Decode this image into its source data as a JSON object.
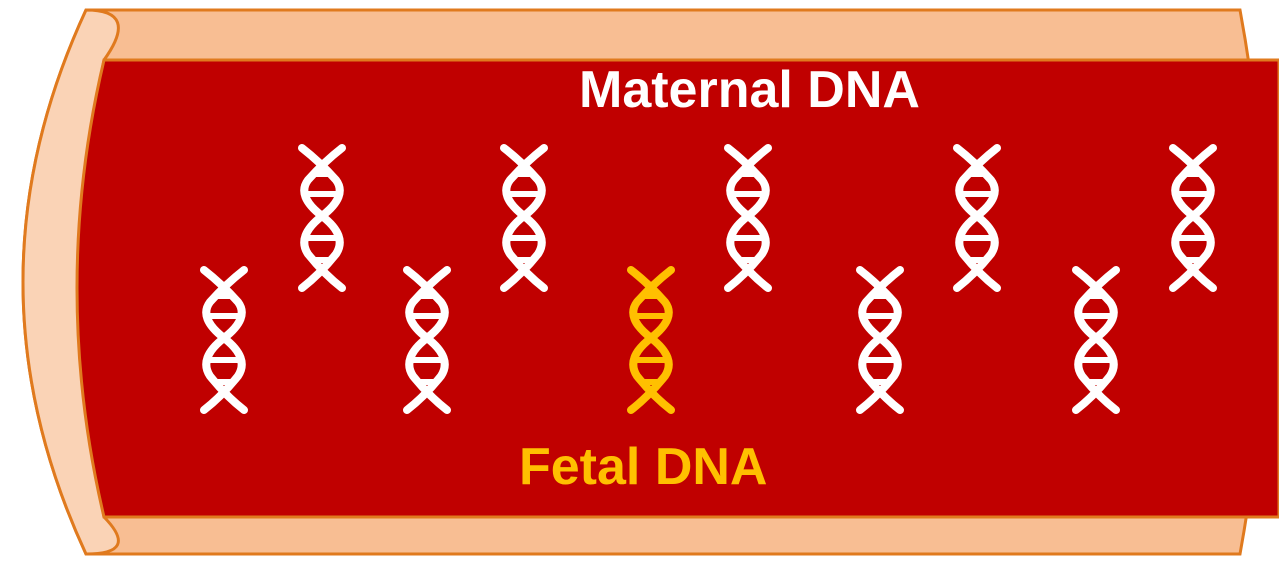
{
  "labels": {
    "maternal": "Maternal DNA",
    "fetal": "Fetal DNA"
  },
  "colors": {
    "vessel_outer": "#F8BE93",
    "vessel_inner_wall": "#FAD3B6",
    "vessel_outline": "#E07A1E",
    "blood": "#C00000",
    "maternal_dna": "#FFFFFF",
    "fetal_dna": "#FFC000"
  },
  "dna_strands": [
    {
      "type": "maternal",
      "icon": "dna-helix-icon"
    },
    {
      "type": "maternal",
      "icon": "dna-helix-icon"
    },
    {
      "type": "maternal",
      "icon": "dna-helix-icon"
    },
    {
      "type": "maternal",
      "icon": "dna-helix-icon"
    },
    {
      "type": "fetal",
      "icon": "dna-helix-icon"
    },
    {
      "type": "maternal",
      "icon": "dna-helix-icon"
    },
    {
      "type": "maternal",
      "icon": "dna-helix-icon"
    },
    {
      "type": "maternal",
      "icon": "dna-helix-icon"
    },
    {
      "type": "maternal",
      "icon": "dna-helix-icon"
    },
    {
      "type": "maternal",
      "icon": "dna-helix-icon"
    }
  ]
}
